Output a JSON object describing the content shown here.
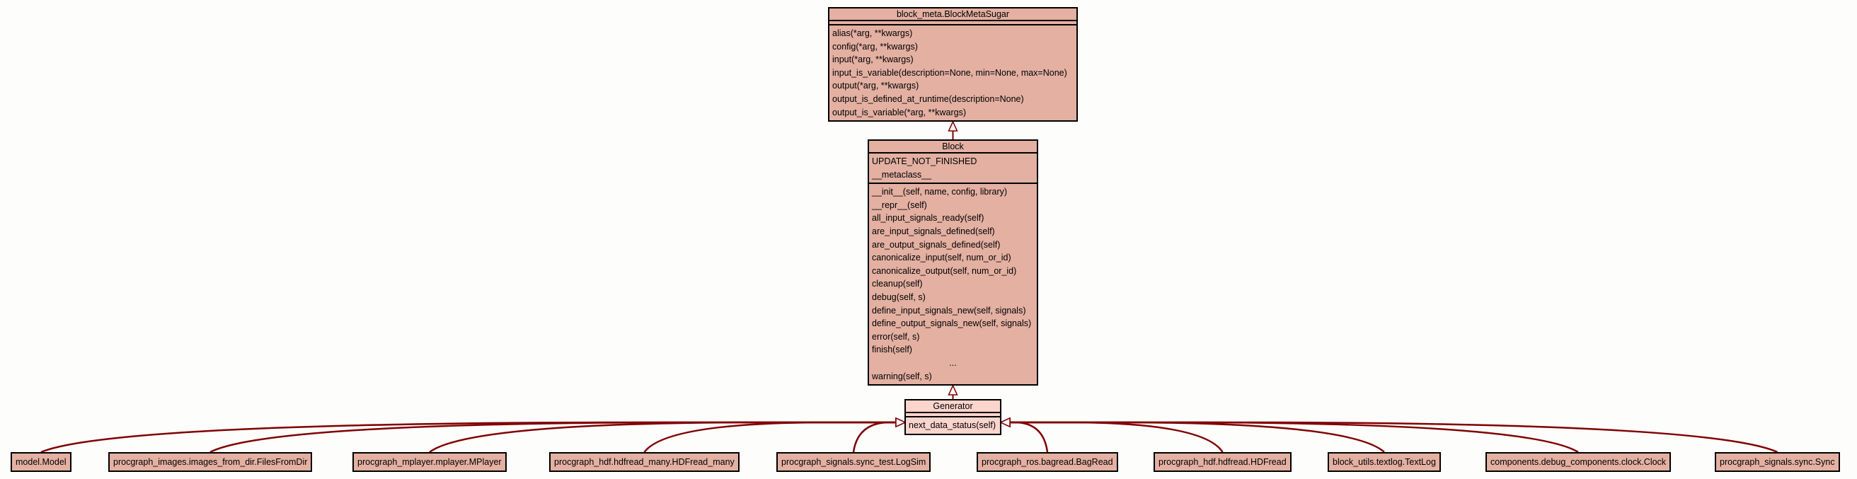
{
  "colors": {
    "box_fill": "#e3b0a2",
    "highlight_fill": "#fbd4cc",
    "edge": "#800000"
  },
  "meta": {
    "title": "block_meta.BlockMetaSugar",
    "attributes": [],
    "methods": [
      "alias(*arg, **kwargs)",
      "config(*arg, **kwargs)",
      "input(*arg, **kwargs)",
      "input_is_variable(description=None, min=None, max=None)",
      "output(*arg, **kwargs)",
      "output_is_defined_at_runtime(description=None)",
      "output_is_variable(*arg, **kwargs)"
    ]
  },
  "block": {
    "title": "Block",
    "attributes": [
      "UPDATE_NOT_FINISHED",
      "__metaclass__"
    ],
    "methods": [
      "__init__(self, name, config, library)",
      "__repr__(self)",
      "all_input_signals_ready(self)",
      "are_input_signals_defined(self)",
      "are_output_signals_defined(self)",
      "canonicalize_input(self, num_or_id)",
      "canonicalize_output(self, num_or_id)",
      "cleanup(self)",
      "debug(self, s)",
      "define_input_signals_new(self, signals)",
      "define_output_signals_new(self, signals)",
      "error(self, s)",
      "finish(self)",
      "...",
      "warning(self, s)"
    ]
  },
  "generator": {
    "title": "Generator",
    "attributes": [],
    "methods": [
      "next_data_status(self)"
    ]
  },
  "leaves": [
    "model.Model",
    "procgraph_images.images_from_dir.FilesFromDir",
    "procgraph_mplayer.mplayer.MPlayer",
    "procgraph_hdf.hdfread_many.HDFread_many",
    "procgraph_signals.sync_test.LogSim",
    "procgraph_ros.bagread.BagRead",
    "procgraph_hdf.hdfread.HDFread",
    "block_utils.textlog.TextLog",
    "components.debug_components.clock.Clock",
    "procgraph_signals.sync.Sync"
  ]
}
